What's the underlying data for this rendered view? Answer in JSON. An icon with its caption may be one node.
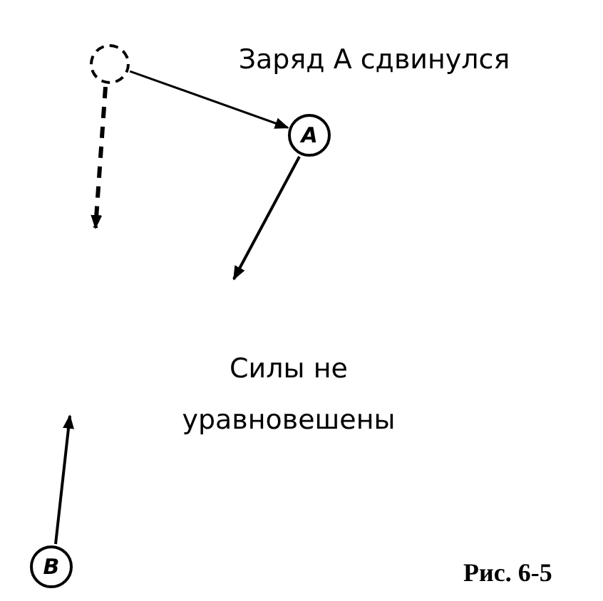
{
  "diagram": {
    "caption": "Рис. 6-5",
    "nodes": [
      {
        "text": [],
        "shape": "circle"
      },
      {
        "text": [
          "A"
        ]
      },
      {
        "text": [
          "B"
        ]
      }
    ],
    "edges": [
      {
        "from": 0,
        "to": 1,
        "arrow": "to"
      }
    ],
    "labels": [
      "Заряд А сдвинулся",
      "Силы не уравновешены"
    ]
  }
}
